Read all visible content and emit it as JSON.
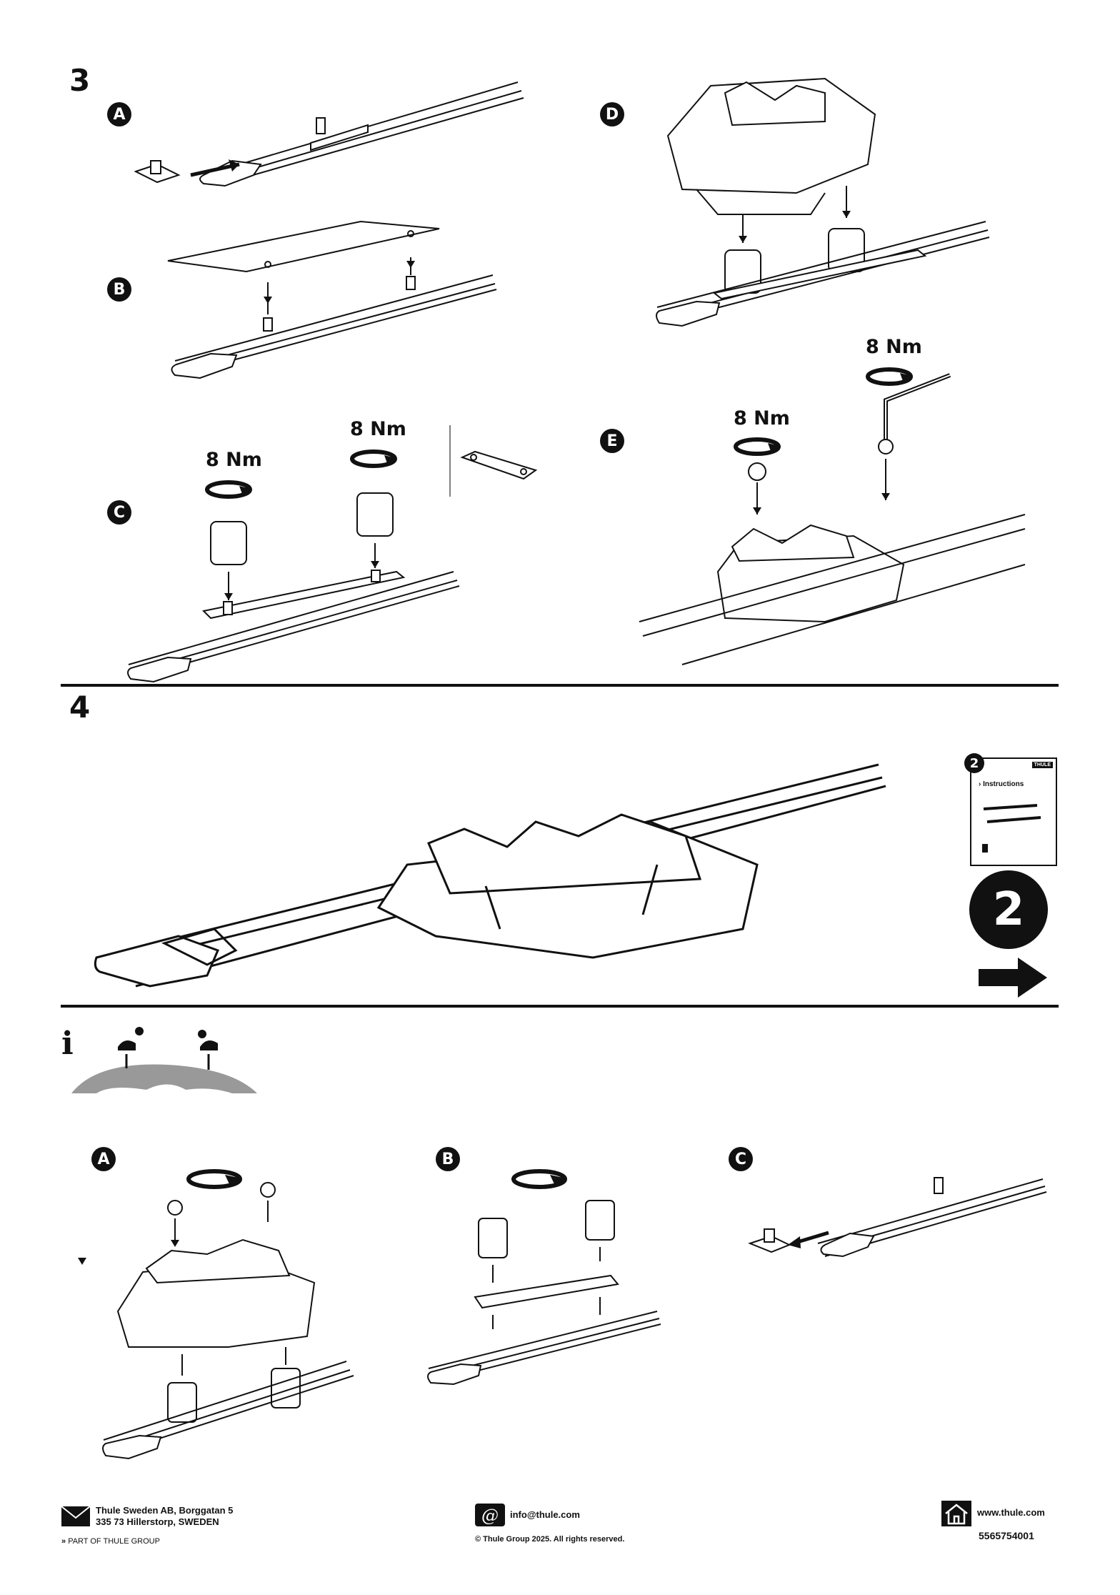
{
  "step3": {
    "number": "3",
    "sub_labels": {
      "a": "A",
      "b": "B",
      "c": "C",
      "d": "D",
      "e": "E"
    },
    "torque_c_left": "8 Nm",
    "torque_c_right": "8 Nm",
    "torque_e_left": "8 Nm",
    "torque_e_right": "8 Nm"
  },
  "step4": {
    "number": "4",
    "booklet": {
      "badge": "2",
      "title": "Instructions",
      "brand": "THULE"
    },
    "next_booklet_number": "2",
    "icons": {
      "next": "arrow-right-icon"
    }
  },
  "info": {
    "icon": "info-icon",
    "sub_labels": {
      "a": "A",
      "b": "B",
      "c": "C"
    }
  },
  "footer": {
    "company_line1": "Thule Sweden AB, Borggatan 5",
    "company_line2": "335 73 Hillerstorp, SWEDEN",
    "group": "PART OF THULE GROUP",
    "email": "info@thule.com",
    "copyright": "© Thule Group 2025. All rights reserved.",
    "website": "www.thule.com",
    "doc_number": "5565754001",
    "icons": {
      "mail": "envelope-icon",
      "email": "at-icon",
      "web": "house-icon"
    }
  }
}
